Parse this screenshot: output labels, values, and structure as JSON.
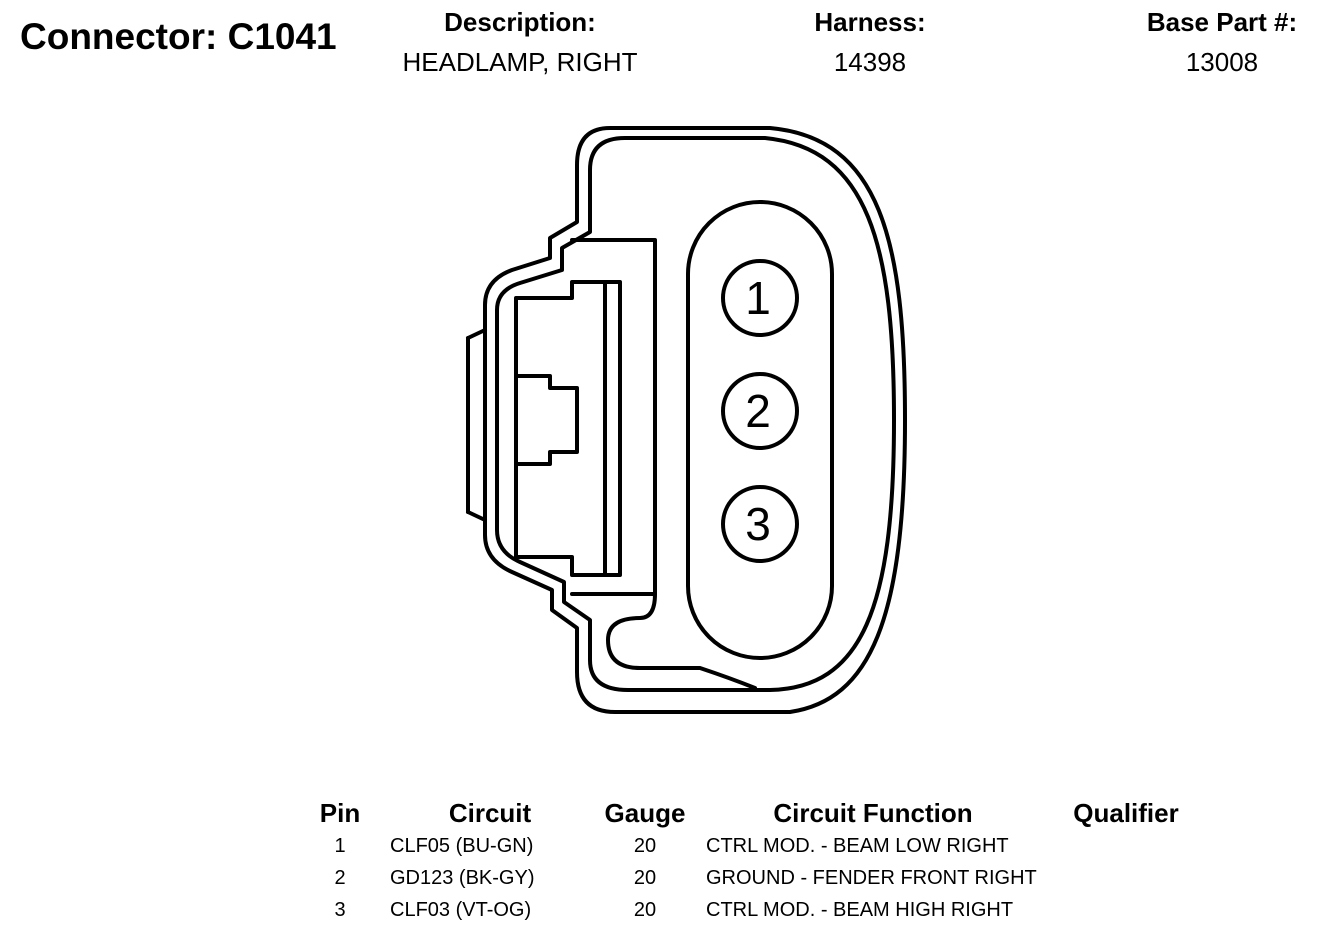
{
  "connector": {
    "title": "Connector: C1041"
  },
  "header": {
    "description_label": "Description:",
    "description_value": "HEADLAMP, RIGHT",
    "harness_label": "Harness:",
    "harness_value": "14398",
    "base_part_label": "Base Part #:",
    "base_part_value": "13008"
  },
  "diagram": {
    "pins": [
      "1",
      "2",
      "3"
    ]
  },
  "table": {
    "headers": {
      "pin": "Pin",
      "circuit": "Circuit",
      "gauge": "Gauge",
      "function": "Circuit Function",
      "qualifier": "Qualifier"
    },
    "rows": [
      {
        "pin": "1",
        "circuit": "CLF05 (BU-GN)",
        "gauge": "20",
        "function": "CTRL MOD. - BEAM LOW RIGHT",
        "qualifier": ""
      },
      {
        "pin": "2",
        "circuit": "GD123 (BK-GY)",
        "gauge": "20",
        "function": "GROUND - FENDER FRONT RIGHT",
        "qualifier": ""
      },
      {
        "pin": "3",
        "circuit": "CLF03 (VT-OG)",
        "gauge": "20",
        "function": "CTRL MOD. - BEAM HIGH RIGHT",
        "qualifier": ""
      }
    ]
  }
}
